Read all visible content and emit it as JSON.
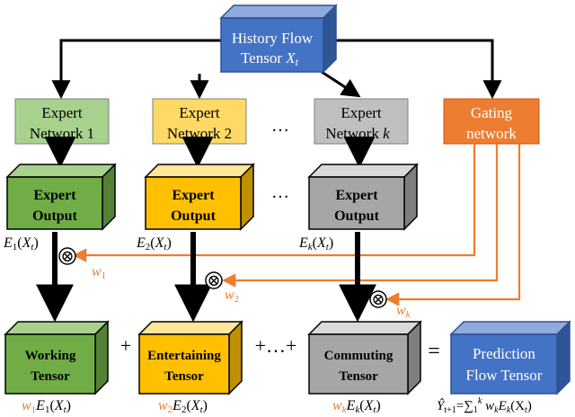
{
  "colors": {
    "blue": "#4472c4",
    "green": "#70ad47",
    "yellow": "#ffc000",
    "gray": "#a6a6a6",
    "orange": "#ed7d31",
    "ink": "#000000"
  },
  "history": {
    "line1": "History Flow",
    "line2": "Tensor ",
    "var": "X",
    "sub": "t"
  },
  "experts": [
    {
      "line1": "Expert",
      "line2": "Network 1"
    },
    {
      "line1": "Expert",
      "line2": "Network 2"
    },
    {
      "line1": "Expert",
      "line2": "Network ",
      "k": "k"
    }
  ],
  "gating": {
    "line1": "Gating",
    "line2": "network"
  },
  "outputs": {
    "line1": "Expert",
    "line2": "Output"
  },
  "e_labels": [
    {
      "E": "E",
      "sub": "1",
      "X": "X",
      "t": "t"
    },
    {
      "E": "E",
      "sub": "2",
      "X": "X",
      "t": "t"
    },
    {
      "E": "E",
      "sub": "k",
      "X": "X",
      "t": "t"
    }
  ],
  "weights": [
    {
      "w": "w",
      "sub": "1"
    },
    {
      "w": "w",
      "sub": "2"
    },
    {
      "w": "w",
      "sub": "k"
    }
  ],
  "ellipsis": "…",
  "multiply_symbol": "⊗",
  "tensors": [
    {
      "line1": "Working",
      "line2": "Tensor"
    },
    {
      "line1": "Entertaining",
      "line2": "Tensor"
    },
    {
      "line1": "Commuting",
      "line2": "Tensor"
    }
  ],
  "operators": {
    "plus": "+",
    "plus_dots": "+…+",
    "equals": "="
  },
  "prediction": {
    "line1": "Prediction",
    "line2": "Flow Tensor"
  },
  "formula": "Ŷ",
  "formula_rest": "=∑",
  "formula_tail": " w",
  "formula_end": "E",
  "formula_xt": "(X",
  "formula_close": ")"
}
